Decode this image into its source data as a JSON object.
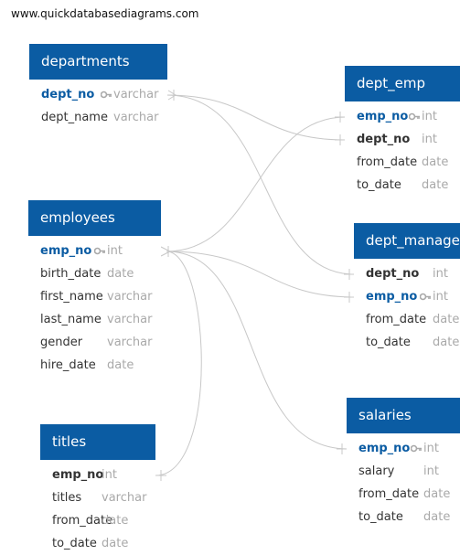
{
  "site": "www.quickdatabasediagrams.com",
  "colors": {
    "header": "#0b5ca3",
    "primary_key": "#0b5ca3",
    "type": "#a9a9a9",
    "link": "#c8c8c8"
  },
  "tables": {
    "departments": {
      "title": "departments",
      "columns": [
        {
          "name": "dept_no",
          "type": "varchar",
          "key": "pk"
        },
        {
          "name": "dept_name",
          "type": "varchar",
          "key": ""
        }
      ]
    },
    "dept_emp": {
      "title": "dept_emp",
      "columns": [
        {
          "name": "emp_no",
          "type": "int",
          "key": "pk"
        },
        {
          "name": "dept_no",
          "type": "int",
          "key": "fk"
        },
        {
          "name": "from_date",
          "type": "date",
          "key": ""
        },
        {
          "name": "to_date",
          "type": "date",
          "key": ""
        }
      ]
    },
    "employees": {
      "title": "employees",
      "columns": [
        {
          "name": "emp_no",
          "type": "int",
          "key": "pk"
        },
        {
          "name": "birth_date",
          "type": "date",
          "key": ""
        },
        {
          "name": "first_name",
          "type": "varchar",
          "key": ""
        },
        {
          "name": "last_name",
          "type": "varchar",
          "key": ""
        },
        {
          "name": "gender",
          "type": "varchar",
          "key": ""
        },
        {
          "name": "hire_date",
          "type": "date",
          "key": ""
        }
      ]
    },
    "dept_manager": {
      "title": "dept_manager",
      "columns": [
        {
          "name": "dept_no",
          "type": "int",
          "key": "fk"
        },
        {
          "name": "emp_no",
          "type": "int",
          "key": "pk"
        },
        {
          "name": "from_date",
          "type": "date",
          "key": ""
        },
        {
          "name": "to_date",
          "type": "date",
          "key": ""
        }
      ]
    },
    "titles": {
      "title": "titles",
      "columns": [
        {
          "name": "emp_no",
          "type": "int",
          "key": "fk"
        },
        {
          "name": "titles",
          "type": "varchar",
          "key": ""
        },
        {
          "name": "from_date",
          "type": "date",
          "key": ""
        },
        {
          "name": "to_date",
          "type": "date",
          "key": ""
        }
      ]
    },
    "salaries": {
      "title": "salaries",
      "columns": [
        {
          "name": "emp_no",
          "type": "int",
          "key": "pk"
        },
        {
          "name": "salary",
          "type": "int",
          "key": ""
        },
        {
          "name": "from_date",
          "type": "date",
          "key": ""
        },
        {
          "name": "to_date",
          "type": "date",
          "key": ""
        }
      ]
    }
  },
  "relationships": [
    {
      "from": "departments.dept_no",
      "to": "dept_emp.dept_no"
    },
    {
      "from": "departments.dept_no",
      "to": "dept_manager.dept_no"
    },
    {
      "from": "employees.emp_no",
      "to": "dept_emp.emp_no"
    },
    {
      "from": "employees.emp_no",
      "to": "dept_manager.emp_no"
    },
    {
      "from": "employees.emp_no",
      "to": "salaries.emp_no"
    },
    {
      "from": "employees.emp_no",
      "to": "titles.emp_no"
    }
  ]
}
